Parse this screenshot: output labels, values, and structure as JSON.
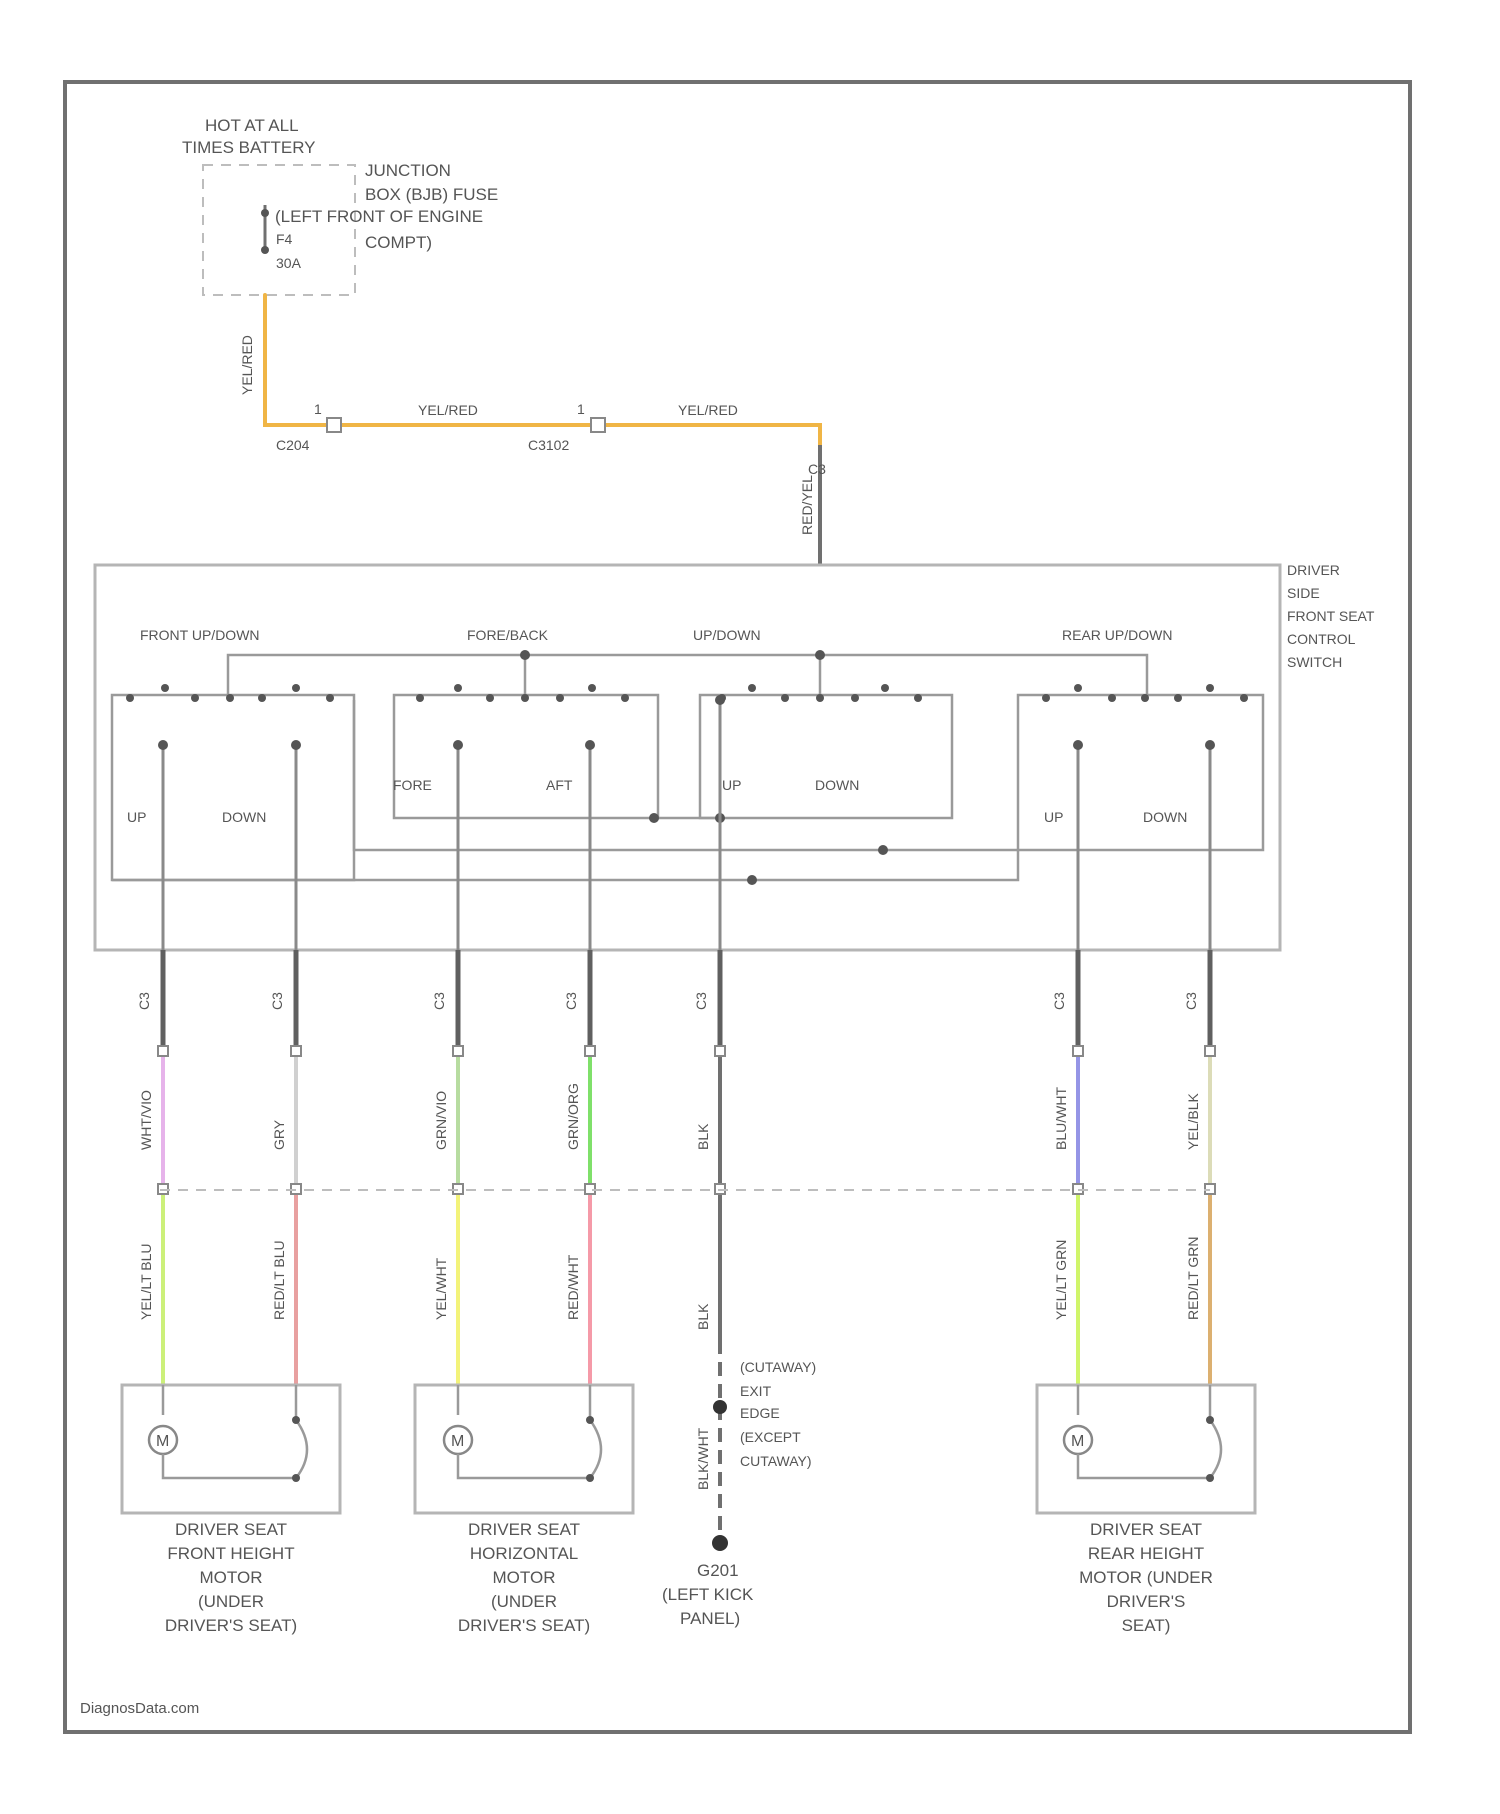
{
  "power_source": {
    "hot_label": [
      "HOT AT ALL",
      "TIMES BATTERY"
    ],
    "junction_box": [
      "JUNCTION",
      "BOX (BJB) FUSE",
      "(LEFT FRONT OF ENGINE",
      "COMPT)"
    ],
    "fuse_id": "F4",
    "fuse_rating": "30A"
  },
  "feed": {
    "wire_down": "YEL/RED",
    "wire_mid": "YEL/RED",
    "wire_right": "YEL/RED",
    "connector_1": "C204",
    "connector_1_pin": "1",
    "connector_2": "C3102",
    "connector_2_pin": "1",
    "switch_pin": "C3",
    "switch_wire": "RED/YEL"
  },
  "switch_module": {
    "name": [
      "DRIVER",
      "SIDE",
      "FRONT SEAT",
      "CONTROL",
      "SWITCH"
    ],
    "sections": [
      "FRONT UP/DOWN",
      "FORE/BACK",
      "UP/DOWN",
      "REAR UP/DOWN"
    ],
    "positions": {
      "front_up": "UP",
      "front_down": "DOWN",
      "fore": "FORE",
      "aft": "AFT",
      "up": "UP",
      "down": "DOWN",
      "rear_up": "UP",
      "rear_down": "DOWN"
    }
  },
  "circuits": [
    {
      "pin": "C3",
      "upper_wire": "WHT/VIO",
      "lower_wire": "YEL/LT BLU"
    },
    {
      "pin": "C3",
      "upper_wire": "GRY",
      "lower_wire": "RED/LT BLU"
    },
    {
      "pin": "C3",
      "upper_wire": "GRN/VIO",
      "lower_wire": "YEL/WHT"
    },
    {
      "pin": "C3",
      "upper_wire": "GRN/ORG",
      "lower_wire": "RED/WHT"
    },
    {
      "pin": "C3",
      "upper_wire": "BLK",
      "lower_wire": "BLK"
    },
    {
      "pin": "C3",
      "upper_wire": "BLU/WHT",
      "lower_wire": "YEL/LT GRN"
    },
    {
      "pin": "C3",
      "upper_wire": "YEL/BLK",
      "lower_wire": "RED/LT GRN"
    }
  ],
  "inline_connector": "C3102",
  "ground_circuit": {
    "wire_lower": "BLK/WHT",
    "note": [
      "(CUTAWAY)",
      "EXIT",
      "EDGE",
      "(EXCEPT",
      "CUTAWAY)"
    ],
    "ground_id": "G201",
    "ground_location": [
      "(LEFT KICK",
      "PANEL)"
    ]
  },
  "motors": [
    {
      "symbol": "M",
      "label": [
        "DRIVER SEAT",
        "FRONT HEIGHT",
        "MOTOR",
        "(UNDER",
        "DRIVER'S SEAT)"
      ]
    },
    {
      "symbol": "M",
      "label": [
        "DRIVER SEAT",
        "HORIZONTAL",
        "MOTOR",
        "(UNDER",
        "DRIVER'S SEAT)"
      ]
    },
    {
      "symbol": "M",
      "label": [
        "DRIVER SEAT",
        "REAR HEIGHT",
        "MOTOR (UNDER",
        "DRIVER'S",
        "SEAT)"
      ]
    }
  ],
  "watermark": "DiagnosData.com",
  "colors": {
    "feed_wire": "#f0b545",
    "wht_vio": "#e6b3ea",
    "gry": "#d0d0d0",
    "grn_vio": "#b7dca0",
    "grn_org": "#7fe06a",
    "blu_wht": "#9595e6",
    "yel_blk": "#dcdcb8",
    "yel_lt_blu": "#ccf07a",
    "red_lt_blu": "#e8a0a0",
    "yel_wht": "#f3f37a",
    "red_wht": "#f59aa8",
    "yel_lt_grn": "#d0f56a",
    "red_lt_grn": "#dcb070"
  }
}
